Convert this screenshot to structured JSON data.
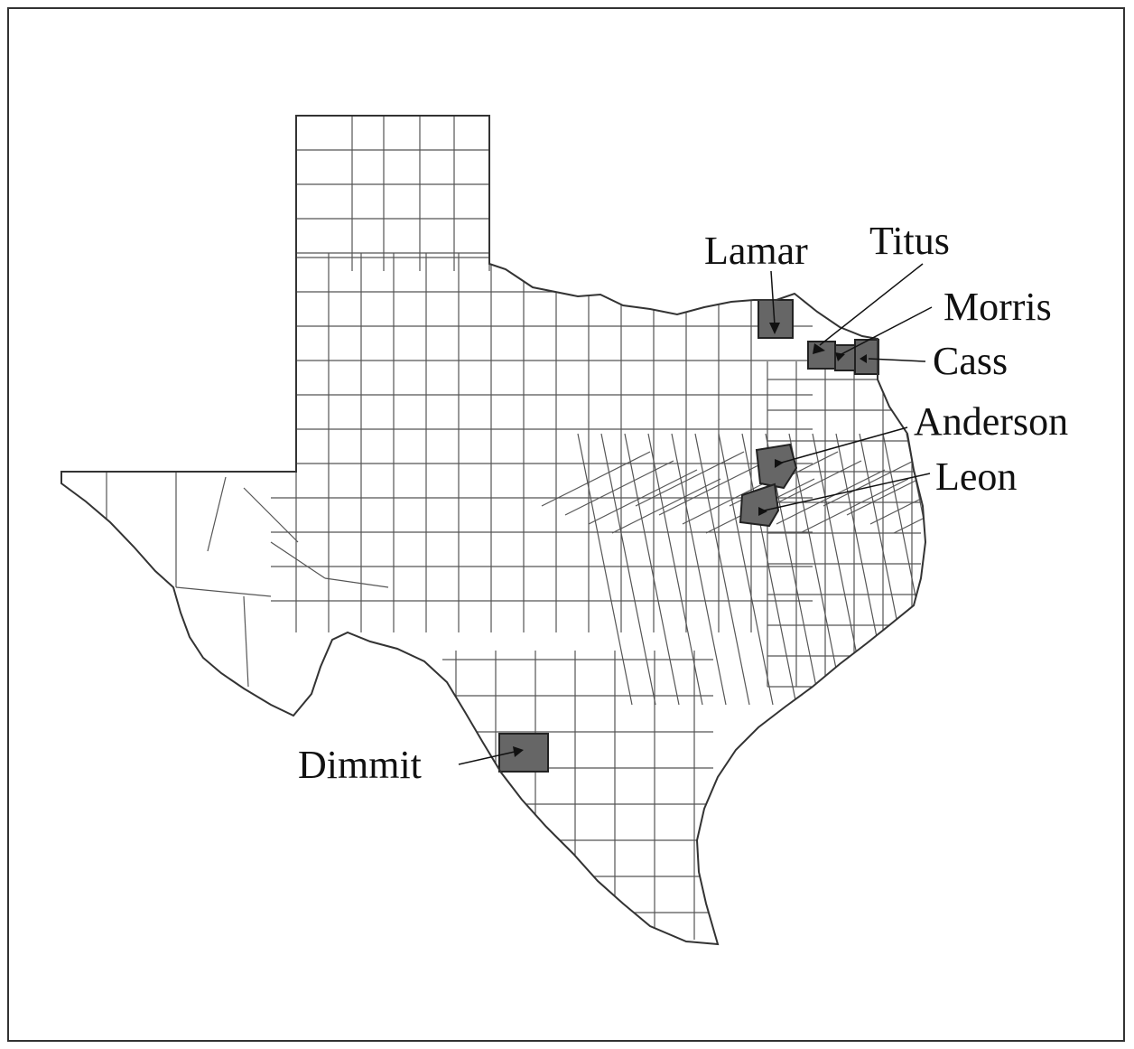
{
  "map": {
    "region": "Texas counties",
    "colors": {
      "outline": "#333333",
      "county_border": "#555555",
      "highlight_fill": "#666666",
      "background": "#ffffff"
    },
    "highlighted_counties": [
      {
        "id": "lamar",
        "name": "Lamar"
      },
      {
        "id": "titus",
        "name": "Titus"
      },
      {
        "id": "morris",
        "name": "Morris"
      },
      {
        "id": "cass",
        "name": "Cass"
      },
      {
        "id": "anderson",
        "name": "Anderson"
      },
      {
        "id": "leon",
        "name": "Leon"
      },
      {
        "id": "dimmit",
        "name": "Dimmit"
      }
    ]
  }
}
